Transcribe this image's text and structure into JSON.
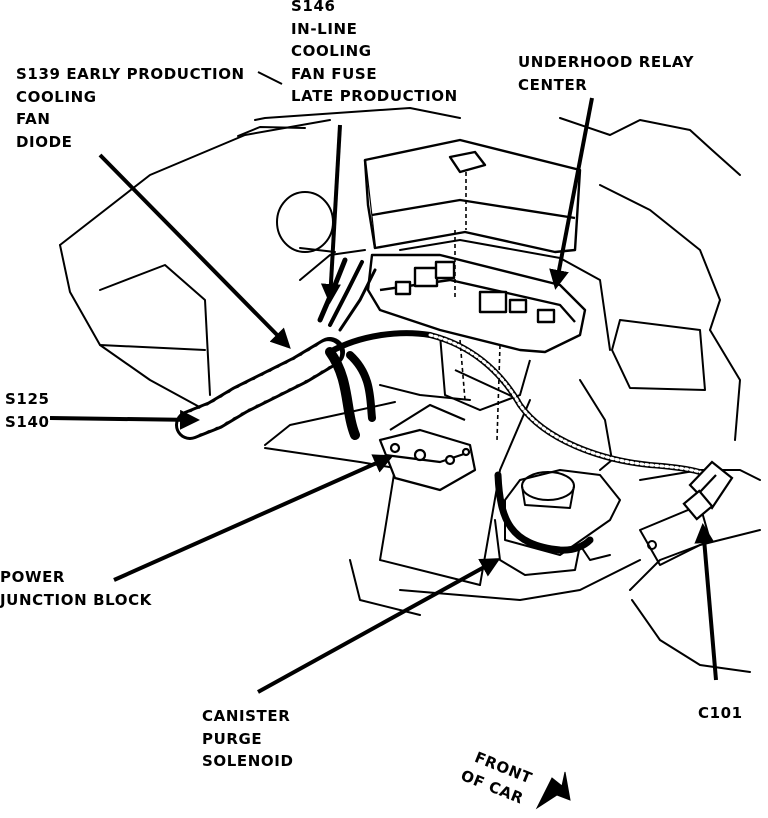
{
  "labels": {
    "s146": [
      "S146",
      "IN-LINE",
      "COOLING",
      "FAN FUSE",
      "LATE PRODUCTION"
    ],
    "s139": [
      "S139 EARLY PRODUCTION",
      "COOLING",
      "FAN",
      "DIODE"
    ],
    "relay": [
      "UNDERHOOD RELAY",
      "CENTER"
    ],
    "s125": [
      "S125",
      "S140"
    ],
    "power": [
      "POWER",
      "JUNCTION BLOCK"
    ],
    "canister": [
      "CANISTER",
      "PURGE",
      "SOLENOID"
    ],
    "c101": [
      "C101"
    ],
    "front": [
      "FRONT",
      "OF CAR"
    ]
  }
}
